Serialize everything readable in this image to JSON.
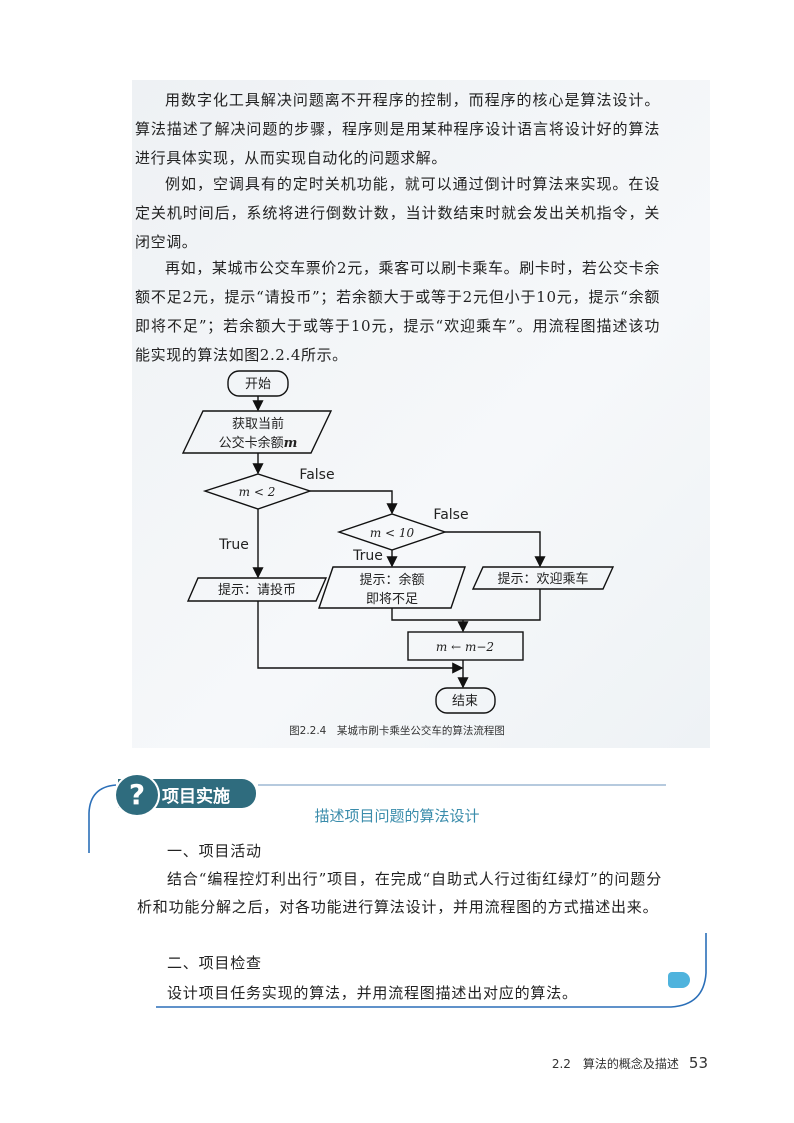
{
  "body": {
    "p1": "用数字化工具解决问题离不开程序的控制，而程序的核心是算法设计。算法描述了解决问题的步骤，程序则是用某种程序设计语言将设计好的算法进行具体实现，从而实现自动化的问题求解。",
    "p2": "例如，空调具有的定时关机功能，就可以通过倒计时算法来实现。在设定关机时间后，系统将进行倒数计数，当计数结束时就会发出关机指令，关闭空调。",
    "p3": "再如，某城市公交车票价2元，乘客可以刷卡乘车。刷卡时，若公交卡余额不足2元，提示“请投币”；若余额大于或等于2元但小于10元，提示“余额即将不足”；若余额大于或等于10元，提示“欢迎乘车”。用流程图描述该功能实现的算法如图2.2.4所示。"
  },
  "flowchart": {
    "start": "开始",
    "input_line1": "获取当前",
    "input_line2": "公交卡余额",
    "input_var": "m",
    "cond1": "m < 2",
    "cond2": "m < 10",
    "false1": "False",
    "false2": "False",
    "true1": "True",
    "true2": "True",
    "out1": "提示：请投币",
    "out2_line1": "提示：余额",
    "out2_line2": "即将不足",
    "out3": "提示：欢迎乘车",
    "assign": "m ← m−2",
    "end": "结束",
    "caption": "图2.2.4　某城市刷卡乘坐公交车的算法流程图"
  },
  "project": {
    "tab_label": "项目实施",
    "title": "描述项目问题的算法设计",
    "h1": "一、项目活动",
    "t1": "结合“编程控灯利出行”项目，在完成“自助式人行过街红绿灯”的问题分析和功能分解之后，对各功能进行算法设计，并用流程图的方式描述出来。",
    "h2": "二、项目检查",
    "t2": "设计项目任务实现的算法，并用流程图描述出对应的算法。"
  },
  "footer": {
    "section": "2.2　算法的概念及描述",
    "page": "53"
  },
  "colors": {
    "teal": "#2f6c7e",
    "title_blue": "#3a8cab",
    "frame_blue": "#2b6fb8"
  }
}
